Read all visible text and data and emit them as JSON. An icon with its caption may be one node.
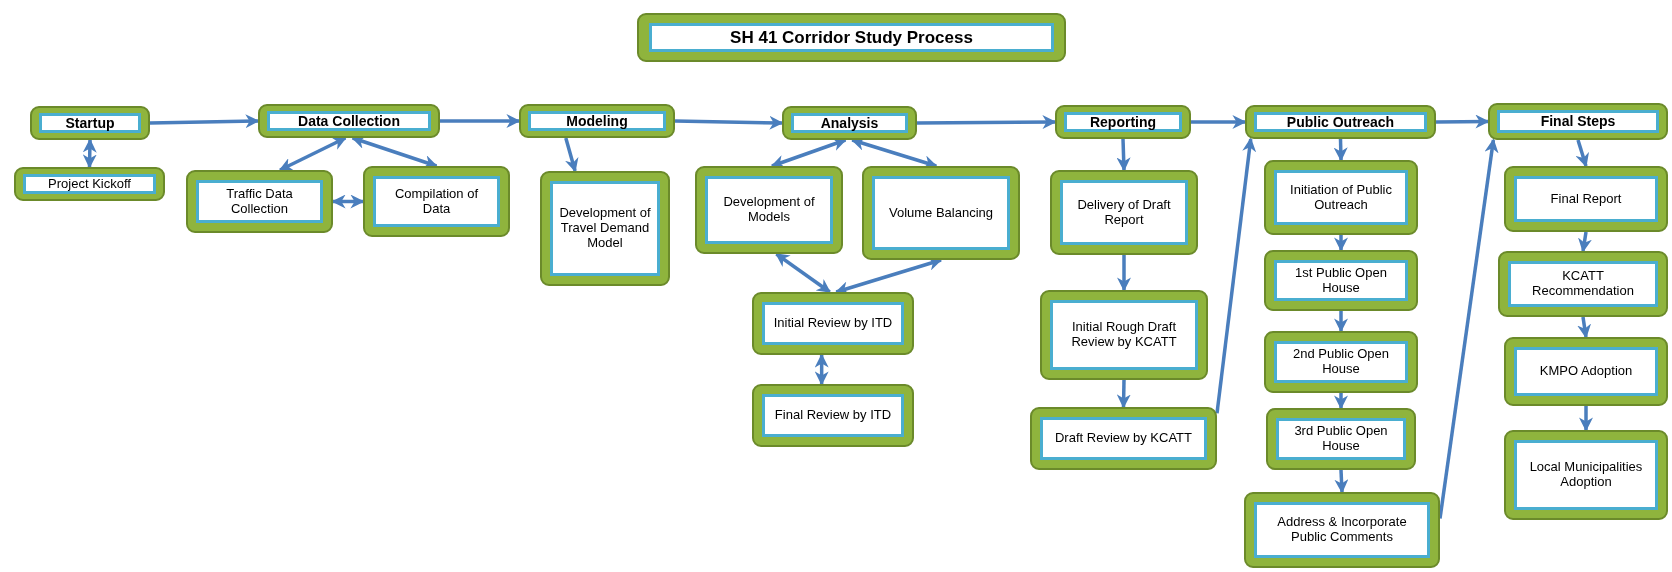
{
  "diagram": {
    "title": "SH 41 Corridor Study Process",
    "nodes": [
      {
        "text": [
          "Startup"
        ]
      },
      {
        "text": [
          "Project Kickoff"
        ]
      },
      {
        "text": [
          "Data Collection"
        ]
      },
      {
        "text": [
          "Traffic Data Collection"
        ]
      },
      {
        "text": [
          "Compilation of Data"
        ]
      },
      {
        "text": [
          "Modeling"
        ]
      },
      {
        "text": [
          "Development of Travel Demand Model"
        ]
      },
      {
        "text": [
          "Analysis"
        ]
      },
      {
        "text": [
          "Development of Models"
        ]
      },
      {
        "text": [
          "Volume Balancing"
        ]
      },
      {
        "text": [
          "Initial Review by ITD"
        ]
      },
      {
        "text": [
          "Final Review by ITD"
        ]
      },
      {
        "text": [
          "Reporting"
        ]
      },
      {
        "text": [
          "Delivery of Draft Report"
        ]
      },
      {
        "text": [
          "Initial Rough Draft Review by KCATT"
        ]
      },
      {
        "text": [
          "Draft Review by KCATT"
        ]
      },
      {
        "text": [
          "Public Outreach"
        ]
      },
      {
        "text": [
          "Initiation of Public Outreach"
        ]
      },
      {
        "text": [
          "1st Public Open House"
        ]
      },
      {
        "text": [
          "2nd Public Open House"
        ]
      },
      {
        "text": [
          "3rd Public Open House"
        ]
      },
      {
        "text": [
          "Address & Incorporate Public Comments"
        ]
      },
      {
        "text": [
          "Final Steps"
        ]
      },
      {
        "text": [
          "Final Report"
        ]
      },
      {
        "text": [
          "KCATT Recommendation"
        ]
      },
      {
        "text": [
          "KMPO Adoption"
        ]
      },
      {
        "text": [
          "Local Municipalities Adoption"
        ]
      }
    ],
    "edges": [
      {
        "from": 0,
        "to": 1,
        "arrow": "both"
      },
      {
        "from": 0,
        "to": 2,
        "arrow": "to"
      },
      {
        "from": 2,
        "to": 3,
        "arrow": "both"
      },
      {
        "from": 2,
        "to": 4,
        "arrow": "both"
      },
      {
        "from": 3,
        "to": 4,
        "arrow": "both"
      },
      {
        "from": 2,
        "to": 5,
        "arrow": "to"
      },
      {
        "from": 5,
        "to": 6,
        "arrow": "to"
      },
      {
        "from": 5,
        "to": 7,
        "arrow": "to"
      },
      {
        "from": 7,
        "to": 8,
        "arrow": "both"
      },
      {
        "from": 7,
        "to": 9,
        "arrow": "both"
      },
      {
        "from": 8,
        "to": 10,
        "arrow": "both"
      },
      {
        "from": 9,
        "to": 10,
        "arrow": "both"
      },
      {
        "from": 10,
        "to": 11,
        "arrow": "both"
      },
      {
        "from": 7,
        "to": 12,
        "arrow": "to"
      },
      {
        "from": 12,
        "to": 13,
        "arrow": "to"
      },
      {
        "from": 13,
        "to": 14,
        "arrow": "to"
      },
      {
        "from": 14,
        "to": 15,
        "arrow": "to"
      },
      {
        "from": 15,
        "to": 16,
        "arrow": "to"
      },
      {
        "from": 12,
        "to": 16,
        "arrow": "to"
      },
      {
        "from": 16,
        "to": 17,
        "arrow": "to"
      },
      {
        "from": 17,
        "to": 18,
        "arrow": "to"
      },
      {
        "from": 18,
        "to": 19,
        "arrow": "to"
      },
      {
        "from": 19,
        "to": 20,
        "arrow": "to"
      },
      {
        "from": 20,
        "to": 21,
        "arrow": "to"
      },
      {
        "from": 21,
        "to": 22,
        "arrow": "to"
      },
      {
        "from": 16,
        "to": 22,
        "arrow": "to"
      },
      {
        "from": 22,
        "to": 23,
        "arrow": "to"
      },
      {
        "from": 23,
        "to": 24,
        "arrow": "to"
      },
      {
        "from": 24,
        "to": 25,
        "arrow": "to"
      },
      {
        "from": 25,
        "to": 26,
        "arrow": "to"
      }
    ]
  }
}
